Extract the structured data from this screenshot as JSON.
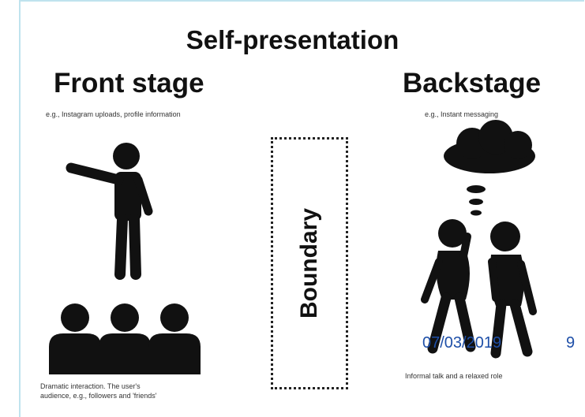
{
  "title": "Self-presentation",
  "front": {
    "heading": "Front stage",
    "example": "e.g., Instagram uploads, profile information",
    "caption_line1": "Dramatic interaction. The user's",
    "caption_line2": "audience, e.g., followers and 'friends'"
  },
  "back": {
    "heading": "Backstage",
    "example": "e.g., Instant messaging",
    "caption": "Informal talk and a relaxed role"
  },
  "boundary": {
    "label": "Boundary"
  },
  "footer": {
    "date": "07/03/2019",
    "page": "9"
  },
  "icons": [
    "person-pointing-icon",
    "audience-icon",
    "thought-cloud-icon",
    "two-people-talking-icon"
  ]
}
